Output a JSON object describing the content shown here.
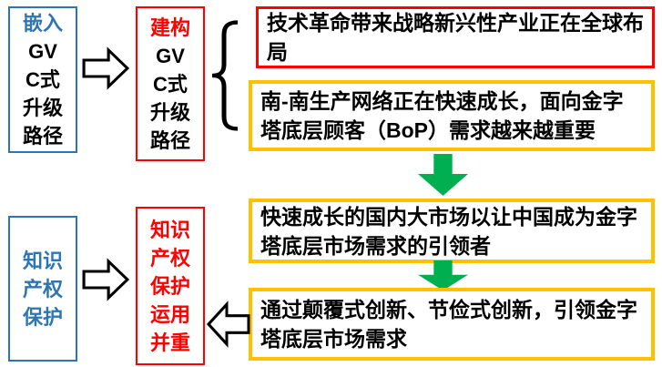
{
  "boxes": {
    "embed_gvc": {
      "highlight": "嵌入",
      "rest": "GV\nC式\n升级\n路径"
    },
    "construct_gvc": {
      "highlight": "建构",
      "rest": "GV\nC式\n升级\n路径"
    },
    "tech_revolution": "技术革命带来战略新兴性产业正在全球布局",
    "south_south_network": "南-南生产网络正在快速成长，面向金字塔底层顾客（BoP）需求越来越重要",
    "domestic_market": "快速成长的国内大市场以让中国成为金字塔底层市场需求的引领者",
    "disruptive_innovation": "通过颠覆式创新、节俭式创新，引领金字塔底层市场需求",
    "ip_protection": "知识\n产权\n保护",
    "ip_protection_use": "知识\n产权\n保护\n运用\n并重"
  },
  "colors": {
    "blue": "#2E75B6",
    "red": "#FF0000",
    "yellow": "#FFC000",
    "green": "#00B050",
    "arrow_outline": "#000000"
  }
}
